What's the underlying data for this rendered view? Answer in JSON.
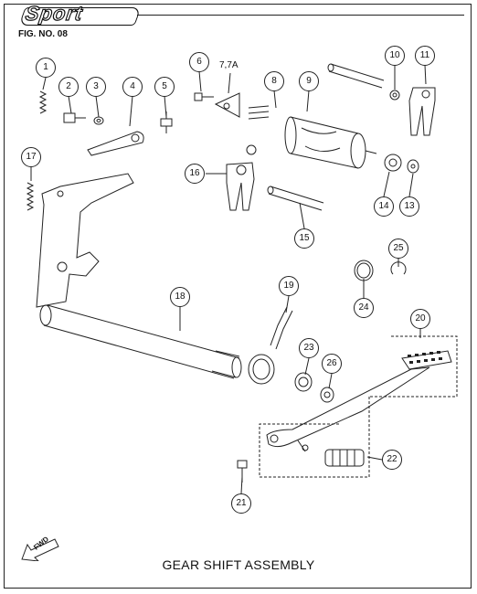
{
  "header": {
    "brand": "Sport",
    "figure_number": "FIG. NO. 08"
  },
  "footer": {
    "title": "GEAR SHIFT ASSEMBLY",
    "direction_arrow": "FWD"
  },
  "callouts": {
    "c1": "1",
    "c2": "2",
    "c3": "3",
    "c4": "4",
    "c5": "5",
    "c6": "6",
    "c7": "7,7A",
    "c8": "8",
    "c9": "9",
    "c10": "10",
    "c11": "11",
    "c13": "13",
    "c14": "14",
    "c15": "15",
    "c16": "16",
    "c17": "17",
    "c18": "18",
    "c19": "19",
    "c20": "20",
    "c21": "21",
    "c22": "22",
    "c23": "23",
    "c24": "24",
    "c25": "25",
    "c26": "26"
  },
  "icons": {
    "direction": "fwd-arrow-icon"
  }
}
